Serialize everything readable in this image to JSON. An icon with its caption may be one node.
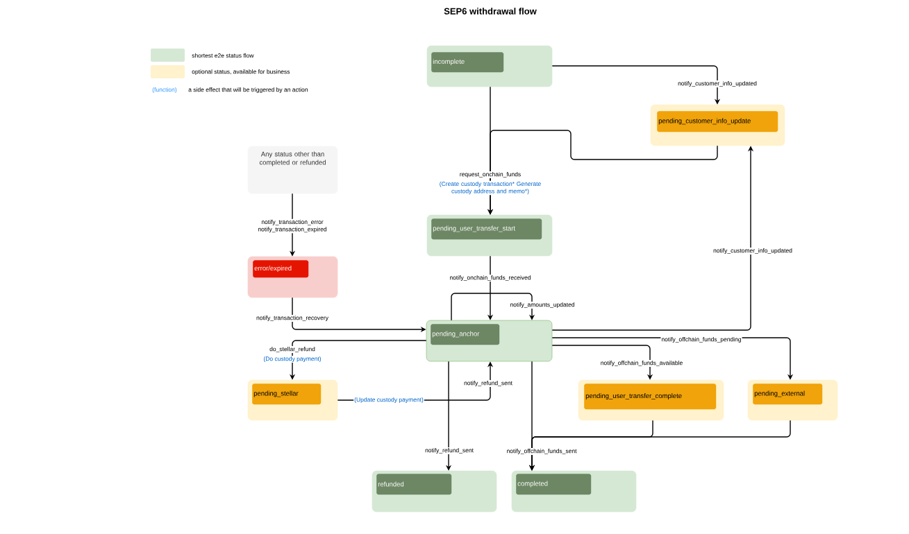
{
  "diagram": {
    "title": "SEP6 withdrawal flow",
    "nodes": [
      {
        "text": [
          "incomplete"
        ]
      },
      {
        "text": [
          "pending_customer_info_update"
        ]
      },
      {
        "text": [
          "Any status other than completed or refunded"
        ]
      },
      {
        "text": [
          "pending_user_transfer_start"
        ]
      },
      {
        "text": [
          "error/expired"
        ]
      },
      {
        "text": [
          "pending_anchor"
        ]
      },
      {
        "text": [
          "pending_stellar"
        ]
      },
      {
        "text": [
          "pending_user_transfer_complete"
        ]
      },
      {
        "text": [
          "pending_external"
        ]
      },
      {
        "text": [
          "refunded"
        ]
      },
      {
        "text": [
          "completed"
        ]
      }
    ],
    "edges": [
      {
        "from": 0,
        "to": 1,
        "arrow": "to",
        "label": "notify_customer_info_updated"
      },
      {
        "from": 1,
        "to": 3,
        "arrow": "to"
      },
      {
        "from": 0,
        "to": 3,
        "arrow": "to",
        "label": "request_onchain_funds"
      },
      {
        "from": 2,
        "to": 4,
        "arrow": "to",
        "label": "notify_transaction_error notify_transaction_expired"
      },
      {
        "from": 4,
        "to": 5,
        "arrow": "to",
        "label": "notify_transaction_recovery"
      },
      {
        "from": 3,
        "to": 5,
        "arrow": "to",
        "label": "notify_onchain_funds_received"
      },
      {
        "from": 5,
        "to": 5,
        "arrow": "to",
        "label": "notify_amounts_updated"
      },
      {
        "from": 5,
        "to": 6,
        "arrow": "to",
        "label": "do_stellar_refund"
      },
      {
        "from": 5,
        "to": 1,
        "arrow": "to",
        "label": "notify_customer_info_updated"
      },
      {
        "from": 5,
        "to": 8,
        "arrow": "to",
        "label": "notify_offchain_funds_pending"
      },
      {
        "from": 5,
        "to": 7,
        "arrow": "to",
        "label": "notify_offchain_funds_available"
      },
      {
        "from": 6,
        "to": 5,
        "arrow": "to",
        "label": "notify_refund_sent"
      },
      {
        "from": 5,
        "to": 9,
        "arrow": "to",
        "label": "notify_refund_sent"
      },
      {
        "from": 5,
        "to": 10,
        "arrow": "to",
        "label": "notify_offchain_funds_sent"
      },
      {
        "from": 7,
        "to": 10,
        "arrow": "to"
      },
      {
        "from": 8,
        "to": 10,
        "arrow": "to"
      }
    ],
    "labels": [
      "(function)",
      "a side effect that will be triggered by an action",
      "(Create custody transaction* Generate custody address and memo*)",
      "(Do custody payment)",
      "(Update custody payment)"
    ],
    "legend": [
      {
        "text": "shortest e2e status flow",
        "color": "#d5e8d4"
      },
      {
        "text": "optional status, available for business",
        "color": "#fff2cc"
      }
    ]
  }
}
